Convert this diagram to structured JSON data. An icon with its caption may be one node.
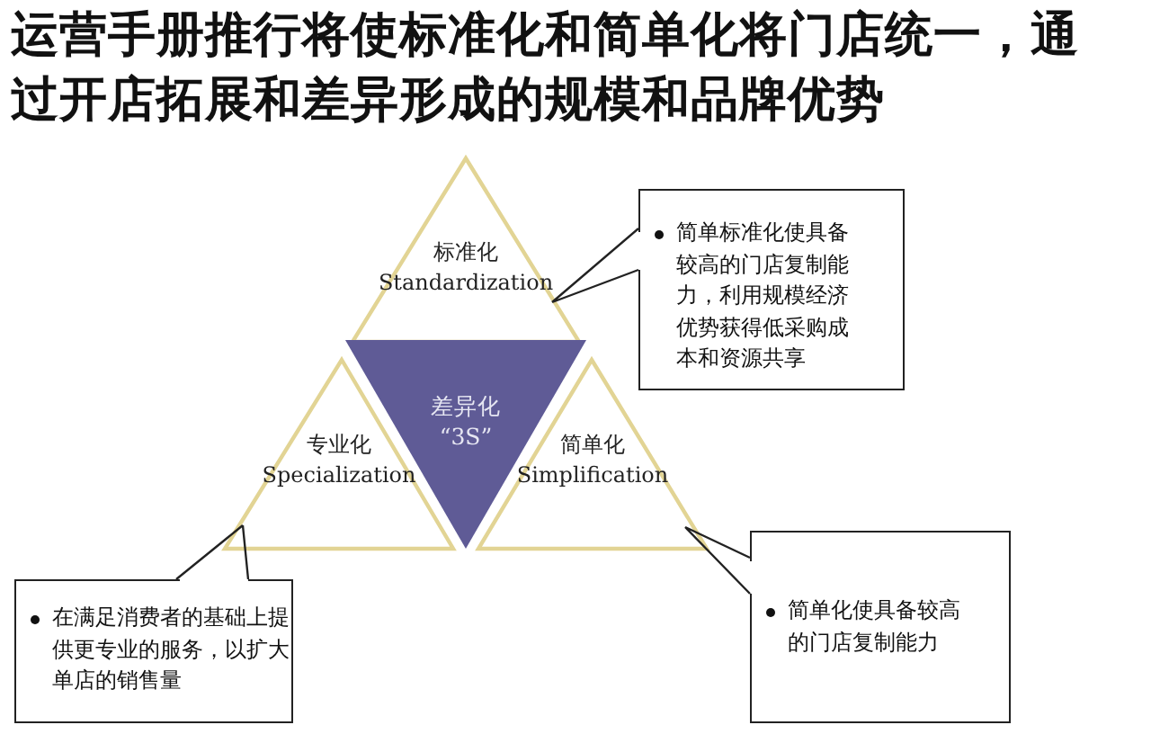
{
  "diagram": {
    "title": "运营手册推行将使标准化和简单化将门店统一，通过开店拓展和差异形成的规模和品牌优势",
    "nodes": [
      {
        "text": [
          "标准化",
          "Standardization"
        ]
      },
      {
        "text": [
          "专业化",
          "Specialization"
        ]
      },
      {
        "text": [
          "简单化",
          "Simplification"
        ]
      },
      {
        "text": [
          "差异化",
          "“3S”"
        ]
      },
      {
        "text": [
          "简单标准化使具备较高的门店复制能力，利用规模经济优势获得低采购成本和资源共享"
        ]
      },
      {
        "text": [
          "在满足消费者的基础上提供更专业的服务，以扩大单店的销售量"
        ]
      },
      {
        "text": [
          "简单化使具备较高的门店复制能力"
        ]
      }
    ],
    "edges": [
      {
        "from": 4,
        "to": 0,
        "arrow": "none"
      },
      {
        "from": 5,
        "to": 1,
        "arrow": "none"
      },
      {
        "from": 6,
        "to": 2,
        "arrow": "none"
      }
    ]
  }
}
